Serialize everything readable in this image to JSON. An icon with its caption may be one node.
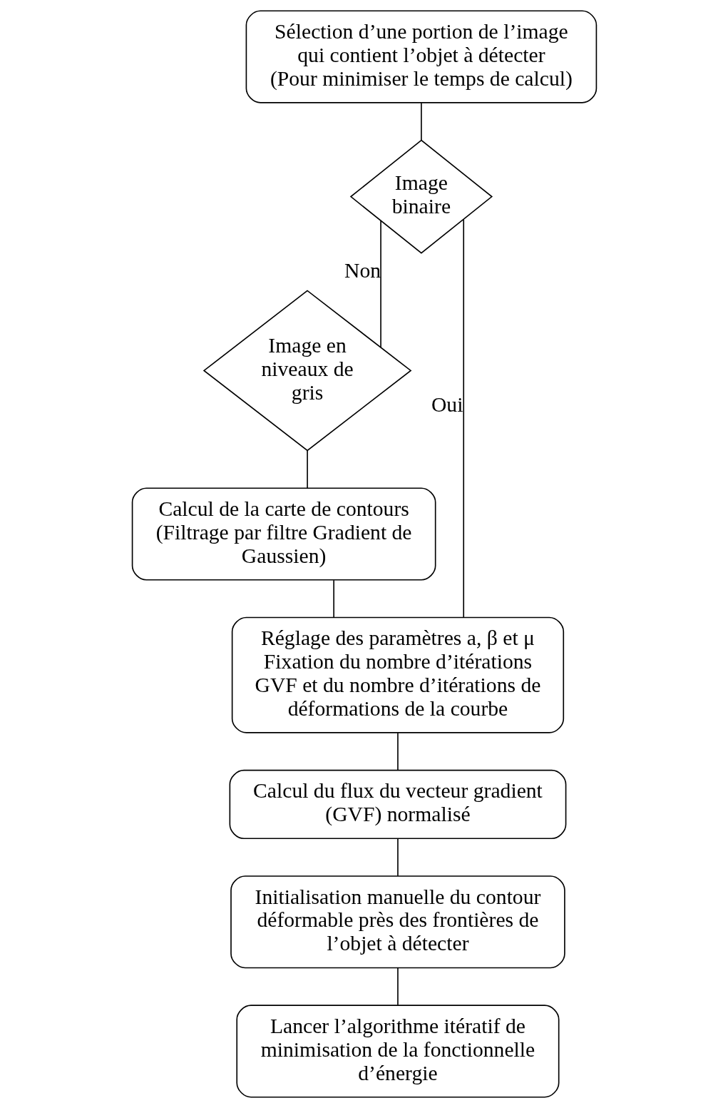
{
  "diagram": {
    "nodes": [
      {
        "text": [
          "Sélection d’une portion de l’image qui contient l’objet à détecter (Pour minimiser le temps de calcul)"
        ]
      },
      {
        "text": [
          "Image binaire"
        ]
      },
      {
        "text": [
          "Image en niveaux de gris"
        ]
      },
      {
        "text": [
          "Calcul de la carte de contours (Filtrage par filtre Gradient de Gaussien)"
        ]
      },
      {
        "text": [
          "Réglage des paramètres a, β et μ Fixation du nombre d’itérations GVF et du nombre d’itérations de déformations de la courbe"
        ]
      },
      {
        "text": [
          "Calcul du flux du vecteur gradient (GVF) normalisé"
        ]
      },
      {
        "text": [
          "Initialisation manuelle du contour déformable près des frontières de l’objet à détecter"
        ]
      },
      {
        "text": [
          "Lancer l’algorithme itératif de minimisation de la fonctionnelle d’énergie"
        ]
      }
    ],
    "edges": [
      {
        "from": 0,
        "to": 1,
        "arrow": "none"
      },
      {
        "from": 1,
        "to": 4,
        "arrow": "none",
        "label": "Oui"
      },
      {
        "from": 1,
        "to": 2,
        "arrow": "none",
        "label": "Non"
      },
      {
        "from": 2,
        "to": 3,
        "arrow": "none"
      },
      {
        "from": 3,
        "to": 4,
        "arrow": "none"
      },
      {
        "from": 4,
        "to": 5,
        "arrow": "none"
      },
      {
        "from": 5,
        "to": 6,
        "arrow": "none"
      },
      {
        "from": 6,
        "to": 7,
        "arrow": "none"
      }
    ]
  }
}
